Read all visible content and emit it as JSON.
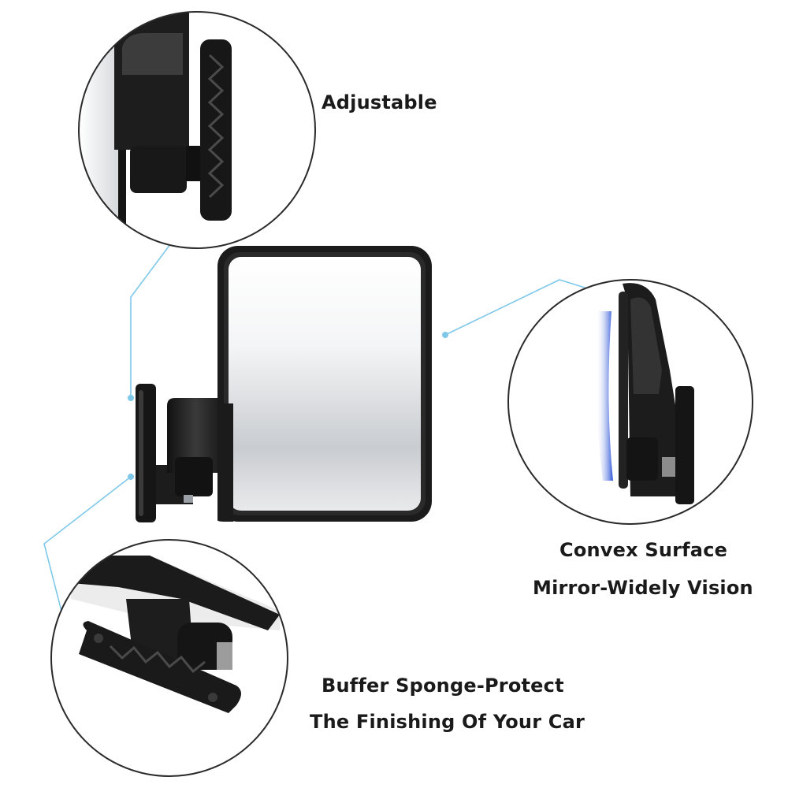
{
  "captions": {
    "adjustable": "Adjustable",
    "convex_line1": "Convex Surface",
    "convex_line2": "Mirror-Widely Vision",
    "buffer_line1": "Buffer Sponge-Protect",
    "buffer_line2": "The Finishing Of Your Car"
  },
  "colors": {
    "callout_line": "#7ec8ea",
    "mirror_frame": "#1b1b1b",
    "circle_outline": "#2a2a2a",
    "convex_accent": "#2f55d6"
  },
  "images": {
    "main_product": "golf-cart-side-mirror-front-view",
    "detail_top": "adjustable-swivel-joint-detail",
    "detail_right": "convex-mirror-side-profile-detail",
    "detail_bottom": "buffer-sponge-mount-bracket-detail"
  }
}
